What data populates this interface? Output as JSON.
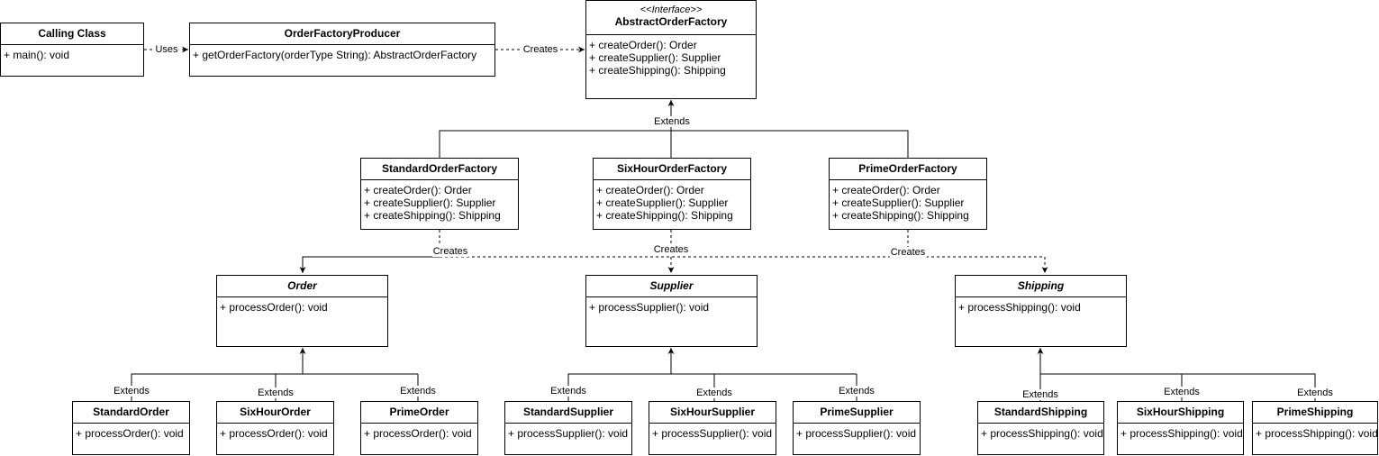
{
  "classes": {
    "calling_class": {
      "name": "Calling Class",
      "members": [
        "+ main(): void"
      ]
    },
    "order_factory_producer": {
      "name": "OrderFactoryProducer",
      "members": [
        "+ getOrderFactory(orderType String): AbstractOrderFactory"
      ]
    },
    "abstract_order_factory": {
      "stereotype": "<<Interface>>",
      "name": "AbstractOrderFactory",
      "members": [
        "+ createOrder(): Order",
        "+ createSupplier(): Supplier",
        "+ createShipping(): Shipping"
      ]
    },
    "standard_order_factory": {
      "name": "StandardOrderFactory",
      "members": [
        "+ createOrder(): Order",
        "+ createSupplier(): Supplier",
        "+ createShipping(): Shipping"
      ]
    },
    "six_hour_order_factory": {
      "name": "SixHourOrderFactory",
      "members": [
        "+ createOrder(): Order",
        "+ createSupplier(): Supplier",
        "+ createShipping(): Shipping"
      ]
    },
    "prime_order_factory": {
      "name": "PrimeOrderFactory",
      "members": [
        "+ createOrder(): Order",
        "+ createSupplier(): Supplier",
        "+ createShipping(): Shipping"
      ]
    },
    "order": {
      "name": "Order",
      "members": [
        "+ processOrder(): void"
      ]
    },
    "supplier": {
      "name": "Supplier",
      "members": [
        "+ processSupplier(): void"
      ]
    },
    "shipping": {
      "name": "Shipping",
      "members": [
        "+ processShipping(): void"
      ]
    },
    "standard_order": {
      "name": "StandardOrder",
      "members": [
        "+ processOrder(): void"
      ]
    },
    "six_hour_order": {
      "name": "SixHourOrder",
      "members": [
        "+ processOrder(): void"
      ]
    },
    "prime_order": {
      "name": "PrimeOrder",
      "members": [
        "+ processOrder(): void"
      ]
    },
    "standard_supplier": {
      "name": "StandardSupplier",
      "members": [
        "+ processSupplier(): void"
      ]
    },
    "six_hour_supplier": {
      "name": "SixHourSupplier",
      "members": [
        "+ processSupplier(): void"
      ]
    },
    "prime_supplier": {
      "name": "PrimeSupplier",
      "members": [
        "+ processSupplier(): void"
      ]
    },
    "standard_shipping": {
      "name": "StandardShipping",
      "members": [
        "+ processShipping(): void"
      ]
    },
    "six_hour_shipping": {
      "name": "SixHourShipping",
      "members": [
        "+ processShipping(): void"
      ]
    },
    "prime_shipping": {
      "name": "PrimeShipping",
      "members": [
        "+ processShipping(): void"
      ]
    }
  },
  "labels": {
    "uses": "Uses",
    "creates": "Creates",
    "extends": "Extends"
  }
}
